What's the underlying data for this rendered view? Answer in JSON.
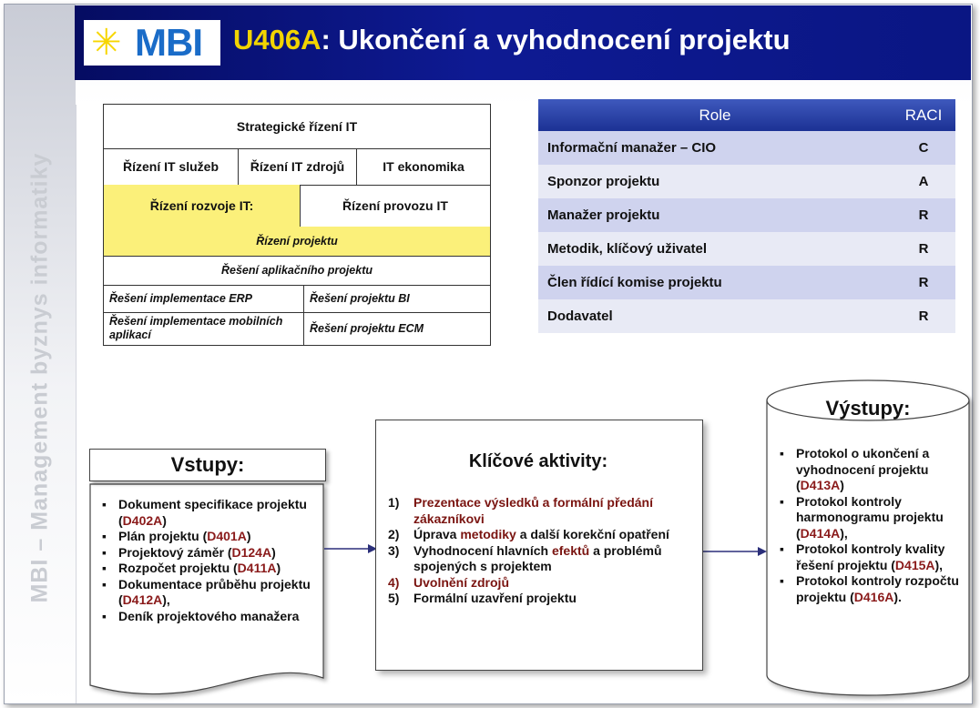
{
  "sidebar": {
    "text": "MBI – Management byznys informatiky"
  },
  "header": {
    "logo_star": "✳",
    "logo_text": "MBI",
    "title_code": "U406A",
    "title_rest": ": Ukončení a vyhodnocení projektu"
  },
  "org_chart": {
    "strategic": "Strategické řízení IT",
    "row2": [
      "Řízení IT služeb",
      "Řízení IT zdrojů",
      "IT ekonomika"
    ],
    "row3": [
      "Řízení rozvoje IT:",
      "Řízení provozu IT"
    ],
    "project_mgmt": "Řízení projektu",
    "app_project": "Řešení aplikačního projektu",
    "row6": [
      "Řešení implementace ERP",
      "Řešení projektu BI"
    ],
    "row7": [
      "Řešení implementace mobilních aplikací",
      "Řešení projektu ECM"
    ]
  },
  "raci": {
    "headers": [
      "Role",
      "RACI"
    ],
    "rows": [
      {
        "role": "Informační manažer – CIO",
        "raci": "C"
      },
      {
        "role": "Sponzor projektu",
        "raci": "A"
      },
      {
        "role": "Manažer projektu",
        "raci": "R"
      },
      {
        "role": "Metodik, klíčový uživatel",
        "raci": "R"
      },
      {
        "role": "Člen řídící komise projektu",
        "raci": "R"
      },
      {
        "role": "Dodavatel",
        "raci": "R"
      }
    ]
  },
  "inputs": {
    "title": "Vstupy:",
    "items": [
      {
        "text": "Dokument specifikace projektu (",
        "code": "D402A",
        "tail": ")"
      },
      {
        "text": "Plán projektu (",
        "code": "D401A",
        "tail": ")"
      },
      {
        "text": "Projektový záměr (",
        "code": "D124A",
        "tail": ")"
      },
      {
        "text": "Rozpočet projektu (",
        "code": "D411A",
        "tail": ")"
      },
      {
        "text": "Dokumentace průběhu projektu (",
        "code": "D412A",
        "tail": "),"
      },
      {
        "text": "Deník projektového manažera",
        "code": "",
        "tail": ""
      }
    ]
  },
  "activities": {
    "title": "Klíčové aktivity:",
    "items": [
      {
        "num": "1)",
        "parts": [
          "Prezentace výsledků a formální předání zákazníkovi"
        ]
      },
      {
        "num": "2)",
        "parts": [
          "Úprava ",
          "metodiky",
          " a další korekční opatření"
        ]
      },
      {
        "num": "3)",
        "parts": [
          "Vyhodnocení hlavních ",
          "efektů",
          " a problémů spojených s projektem"
        ]
      },
      {
        "num": "4)",
        "parts": [
          "Uvolnění zdrojů"
        ]
      },
      {
        "num": "5)",
        "parts": [
          "Formální uzavření projektu"
        ]
      }
    ]
  },
  "outputs": {
    "title": "Výstupy:",
    "items": [
      {
        "text": "Protokol o ukončení a vyhodnocení projektu (",
        "code": "D413A",
        "tail": ")"
      },
      {
        "text": "Protokol kontroly harmonogramu projektu (",
        "code": "D414A",
        "tail": "),"
      },
      {
        "text": "Protokol kontroly kvality řešení projektu (",
        "code": "D415A",
        "tail": "),"
      },
      {
        "text": "Protokol kontroly rozpočtu projektu (",
        "code": "D416A",
        "tail": ")."
      }
    ]
  },
  "colors": {
    "header_blue": "#0e1a93",
    "title_code_yellow": "#f2d400",
    "highlight_yellow": "#fbf07a",
    "code_red": "#8a1a1a",
    "raci_header": "#2a42a8",
    "raci_row_alt": "#cfd3ee"
  }
}
